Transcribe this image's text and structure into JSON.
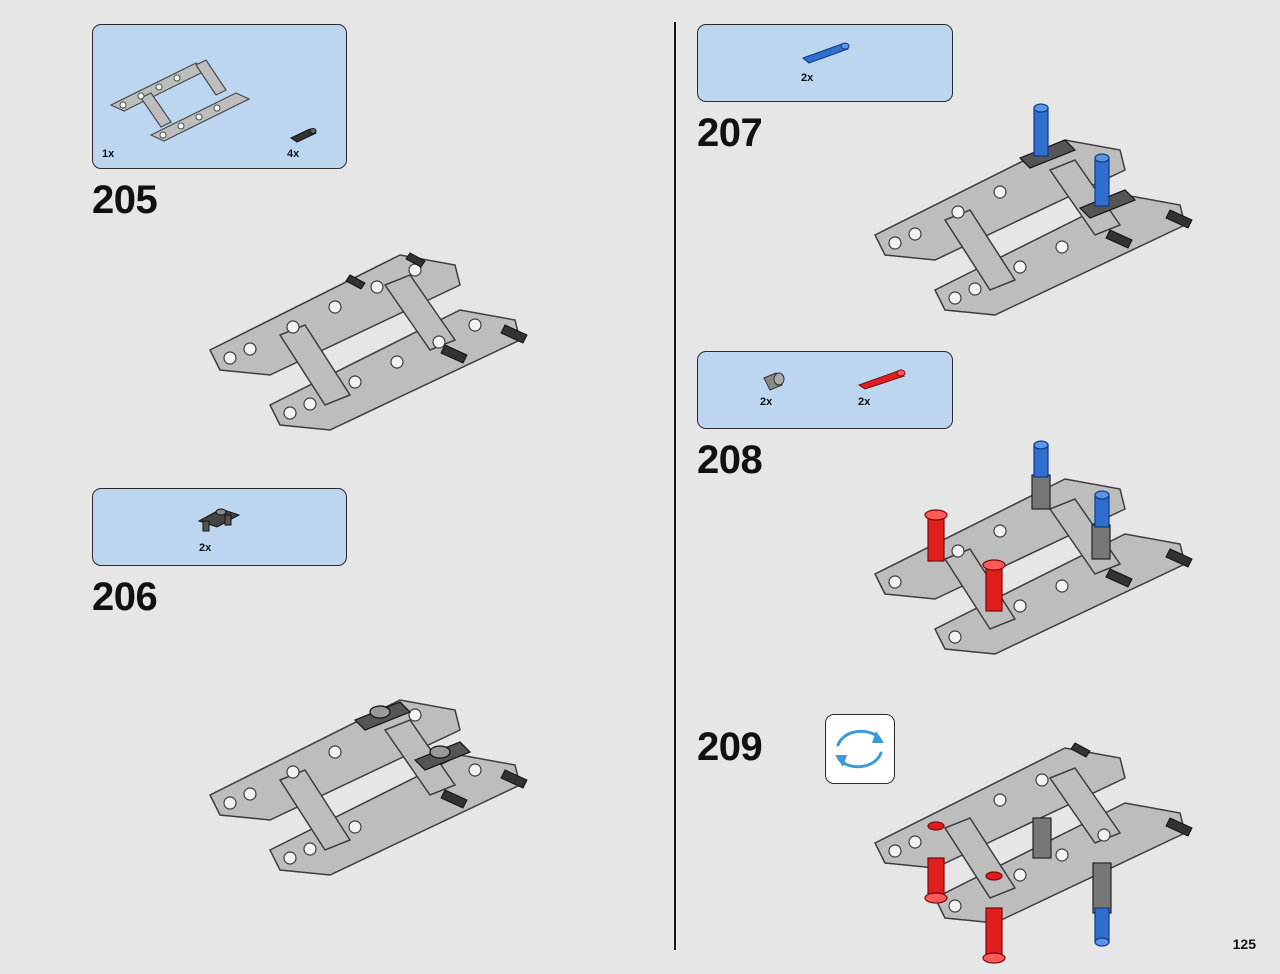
{
  "page_number": "125",
  "steps": [
    {
      "number": "205",
      "parts": [
        {
          "name": "frame-part",
          "qty": "1x"
        },
        {
          "name": "black-pin-part",
          "qty": "4x"
        }
      ]
    },
    {
      "number": "206",
      "parts": [
        {
          "name": "black-bracket-part",
          "qty": "2x"
        }
      ]
    },
    {
      "number": "207",
      "parts": [
        {
          "name": "blue-axle-pin-part",
          "qty": "2x"
        }
      ]
    },
    {
      "number": "208",
      "parts": [
        {
          "name": "gray-bush-part",
          "qty": "2x"
        },
        {
          "name": "red-axle-part",
          "qty": "2x"
        }
      ]
    },
    {
      "number": "209",
      "parts": []
    }
  ],
  "colors": {
    "parts_box_bg": "#bcd6ef",
    "page_bg": "#e6e6e6",
    "beam_gray": "#b9b9b9",
    "blue_part": "#2f6fd0",
    "red_part": "#e01e1e",
    "rotate_arrow": "#3a9ad9"
  },
  "icons": {
    "rotate": "rotate-model-icon"
  }
}
